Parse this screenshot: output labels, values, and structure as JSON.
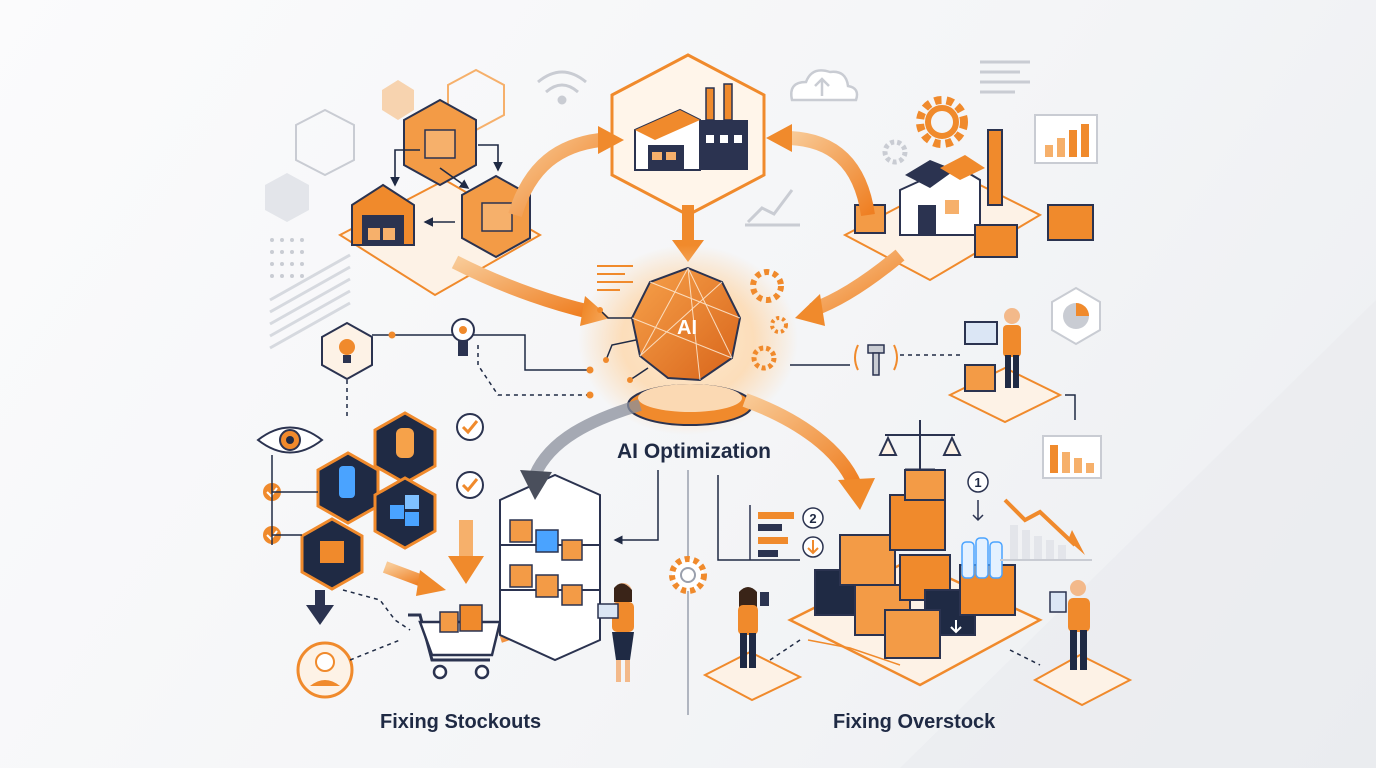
{
  "labels": {
    "center": "AI Optimization",
    "left": "Fixing Stockouts",
    "right": "Fixing Overstock",
    "core": "AI",
    "step_one": "1",
    "step_two": "2"
  },
  "colors": {
    "orange": "#f08a2c",
    "orange_light": "#f6b06b",
    "orange_pale": "#fbd9b3",
    "navy": "#1f2a44",
    "blue_glow": "#4aa3ff",
    "outline": "#2b3350",
    "gray": "#c9ccd3"
  }
}
